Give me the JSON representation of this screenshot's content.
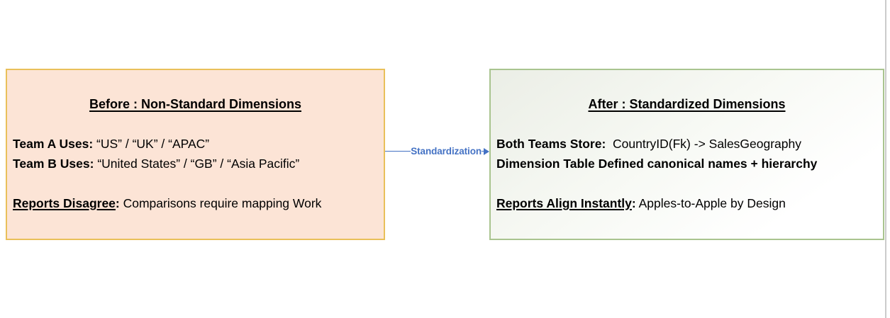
{
  "canvas": {
    "background": "#ffffff",
    "page_edge_color": "#cbcbcb"
  },
  "connector": {
    "label": "Standardization",
    "color": "#4472C4"
  },
  "before_panel": {
    "title": "Before : Non-Standard Dimensions",
    "fill_color": "#FCE4D6",
    "border_color": "#E9C05A",
    "lines": [
      {
        "label": "Team A Uses:",
        "text": " “US” / “UK” / “APAC”"
      },
      {
        "label": "Team B Uses:",
        "text": " “United States” / “GB” / “Asia Pacific”"
      }
    ],
    "footer": {
      "label": "Reports Disagree",
      "colon": ":",
      "text": " Comparisons require mapping Work"
    }
  },
  "after_panel": {
    "title": "After : Standardized Dimensions",
    "border_color": "#A9C48F",
    "lines": [
      {
        "label": "Both Teams Store:",
        "text": "  CountryID(Fk) -> SalesGeography"
      },
      {
        "label": "Dimension Table Defined canonical names + hierarchy",
        "text": ""
      }
    ],
    "footer": {
      "label": "Reports Align Instantly",
      "colon": ":",
      "text": " Apples-to-Apple by Design"
    }
  }
}
